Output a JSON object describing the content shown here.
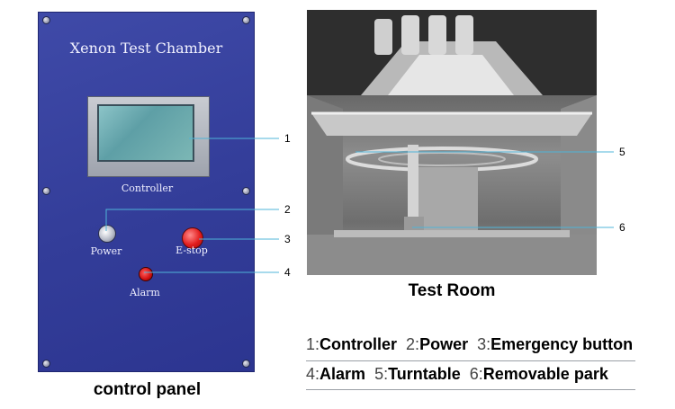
{
  "panel": {
    "title": "Xenon Test Chamber",
    "controller_label": "Controller",
    "power_label": "Power",
    "estop_label": "E-stop",
    "alarm_label": "Alarm",
    "caption": "control panel",
    "color": "#3a44a1"
  },
  "room": {
    "caption": "Test Room"
  },
  "callouts": [
    "1",
    "2",
    "3",
    "4",
    "5",
    "6"
  ],
  "legend": [
    [
      {
        "num": "1:",
        "label": "Controller"
      },
      {
        "num": "2:",
        "label": "Power"
      },
      {
        "num": "3:",
        "label": "Emergency button"
      }
    ],
    [
      {
        "num": "4:",
        "label": "Alarm"
      },
      {
        "num": "5:",
        "label": "Turntable"
      },
      {
        "num": "6:",
        "label": "Removable park"
      }
    ]
  ]
}
